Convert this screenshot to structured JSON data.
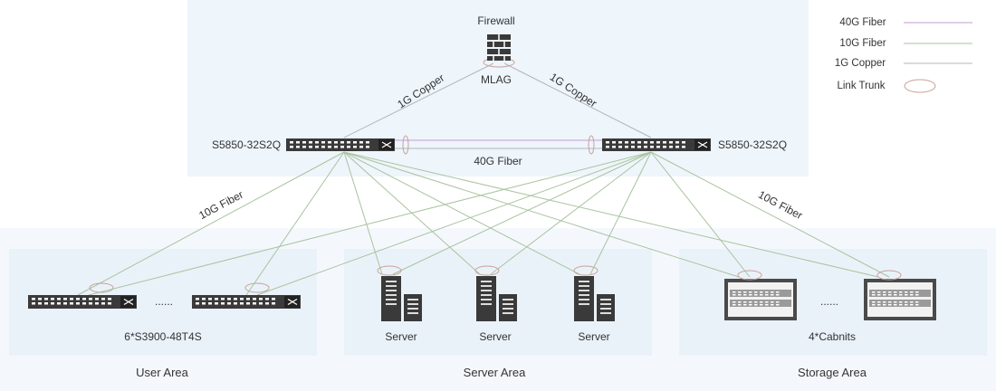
{
  "colors": {
    "core_panel": "#eef5fb",
    "bottom_panel": "#f4f8fc",
    "area_panel": "#eaf2f9",
    "fiber_40g": "#c79ad4",
    "fiber_10g": "#a9c3a0",
    "copper_1g": "#b0b6bc",
    "trunk_ellipse": "#c9a19a",
    "device_dark": "#3a3a3a",
    "text": "#333333"
  },
  "core": {
    "firewall": {
      "label": "Firewall",
      "icon": "firewall-brick-icon"
    },
    "mlag_label": "MLAG",
    "left_switch_label": "S5850-32S2Q",
    "right_switch_label": "S5850-32S2Q",
    "copper_left_label": "1G Copper",
    "copper_right_label": "1G Copper",
    "interlink_label": "40G Fiber"
  },
  "uplink_labels": {
    "left": "10G Fiber",
    "right": "10G Fiber"
  },
  "areas": {
    "user": {
      "title": "User Area",
      "device_caption": "6*S3900-48T4S",
      "ellipsis": "......"
    },
    "server": {
      "title": "Server Area",
      "servers": [
        "Server",
        "Server",
        "Server"
      ]
    },
    "storage": {
      "title": "Storage Area",
      "device_caption": "4*Cabnits",
      "ellipsis": "......"
    }
  },
  "legend": [
    {
      "label": "40G Fiber",
      "kind": "line",
      "color_key": "fiber_40g"
    },
    {
      "label": "10G Fiber",
      "kind": "line",
      "color_key": "fiber_10g"
    },
    {
      "label": "1G Copper",
      "kind": "line",
      "color_key": "copper_1g"
    },
    {
      "label": "Link Trunk",
      "kind": "ellipse",
      "color_key": "trunk_ellipse"
    }
  ]
}
